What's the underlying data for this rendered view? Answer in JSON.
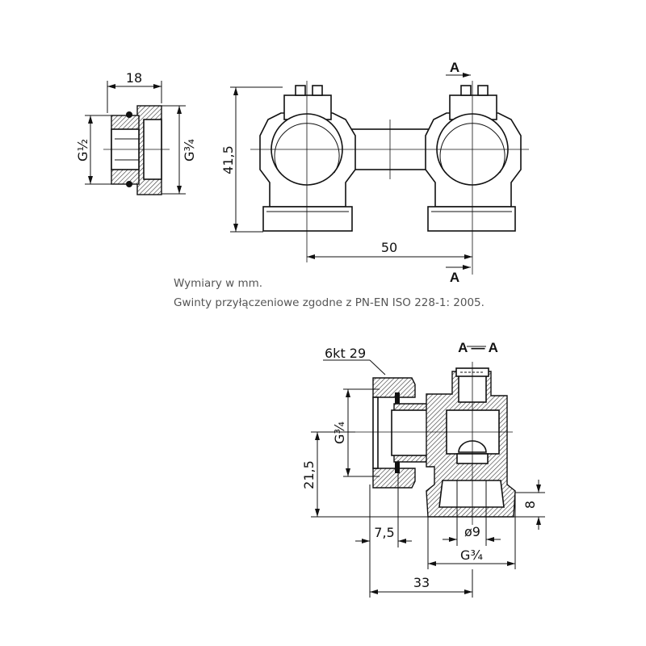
{
  "notes": {
    "units": "Wymiary w mm.",
    "threads": "Gwinty przyłączeniowe zgodne z PN-EN ISO 228-1: 2005."
  },
  "adapter_view": {
    "length": "18",
    "thread_small": "G½",
    "thread_large": "G¾"
  },
  "front_view": {
    "height": "41,5",
    "spacing": "50",
    "section_mark_top": "A",
    "section_mark_bottom": "A"
  },
  "section_view": {
    "title": "A — A",
    "hex_label": "6kt 29",
    "thread_side": "G¾",
    "height": "21,5",
    "depth": "8",
    "offset": "7,5",
    "bore": "ø9",
    "thread_bottom": "G¾",
    "length": "33"
  }
}
